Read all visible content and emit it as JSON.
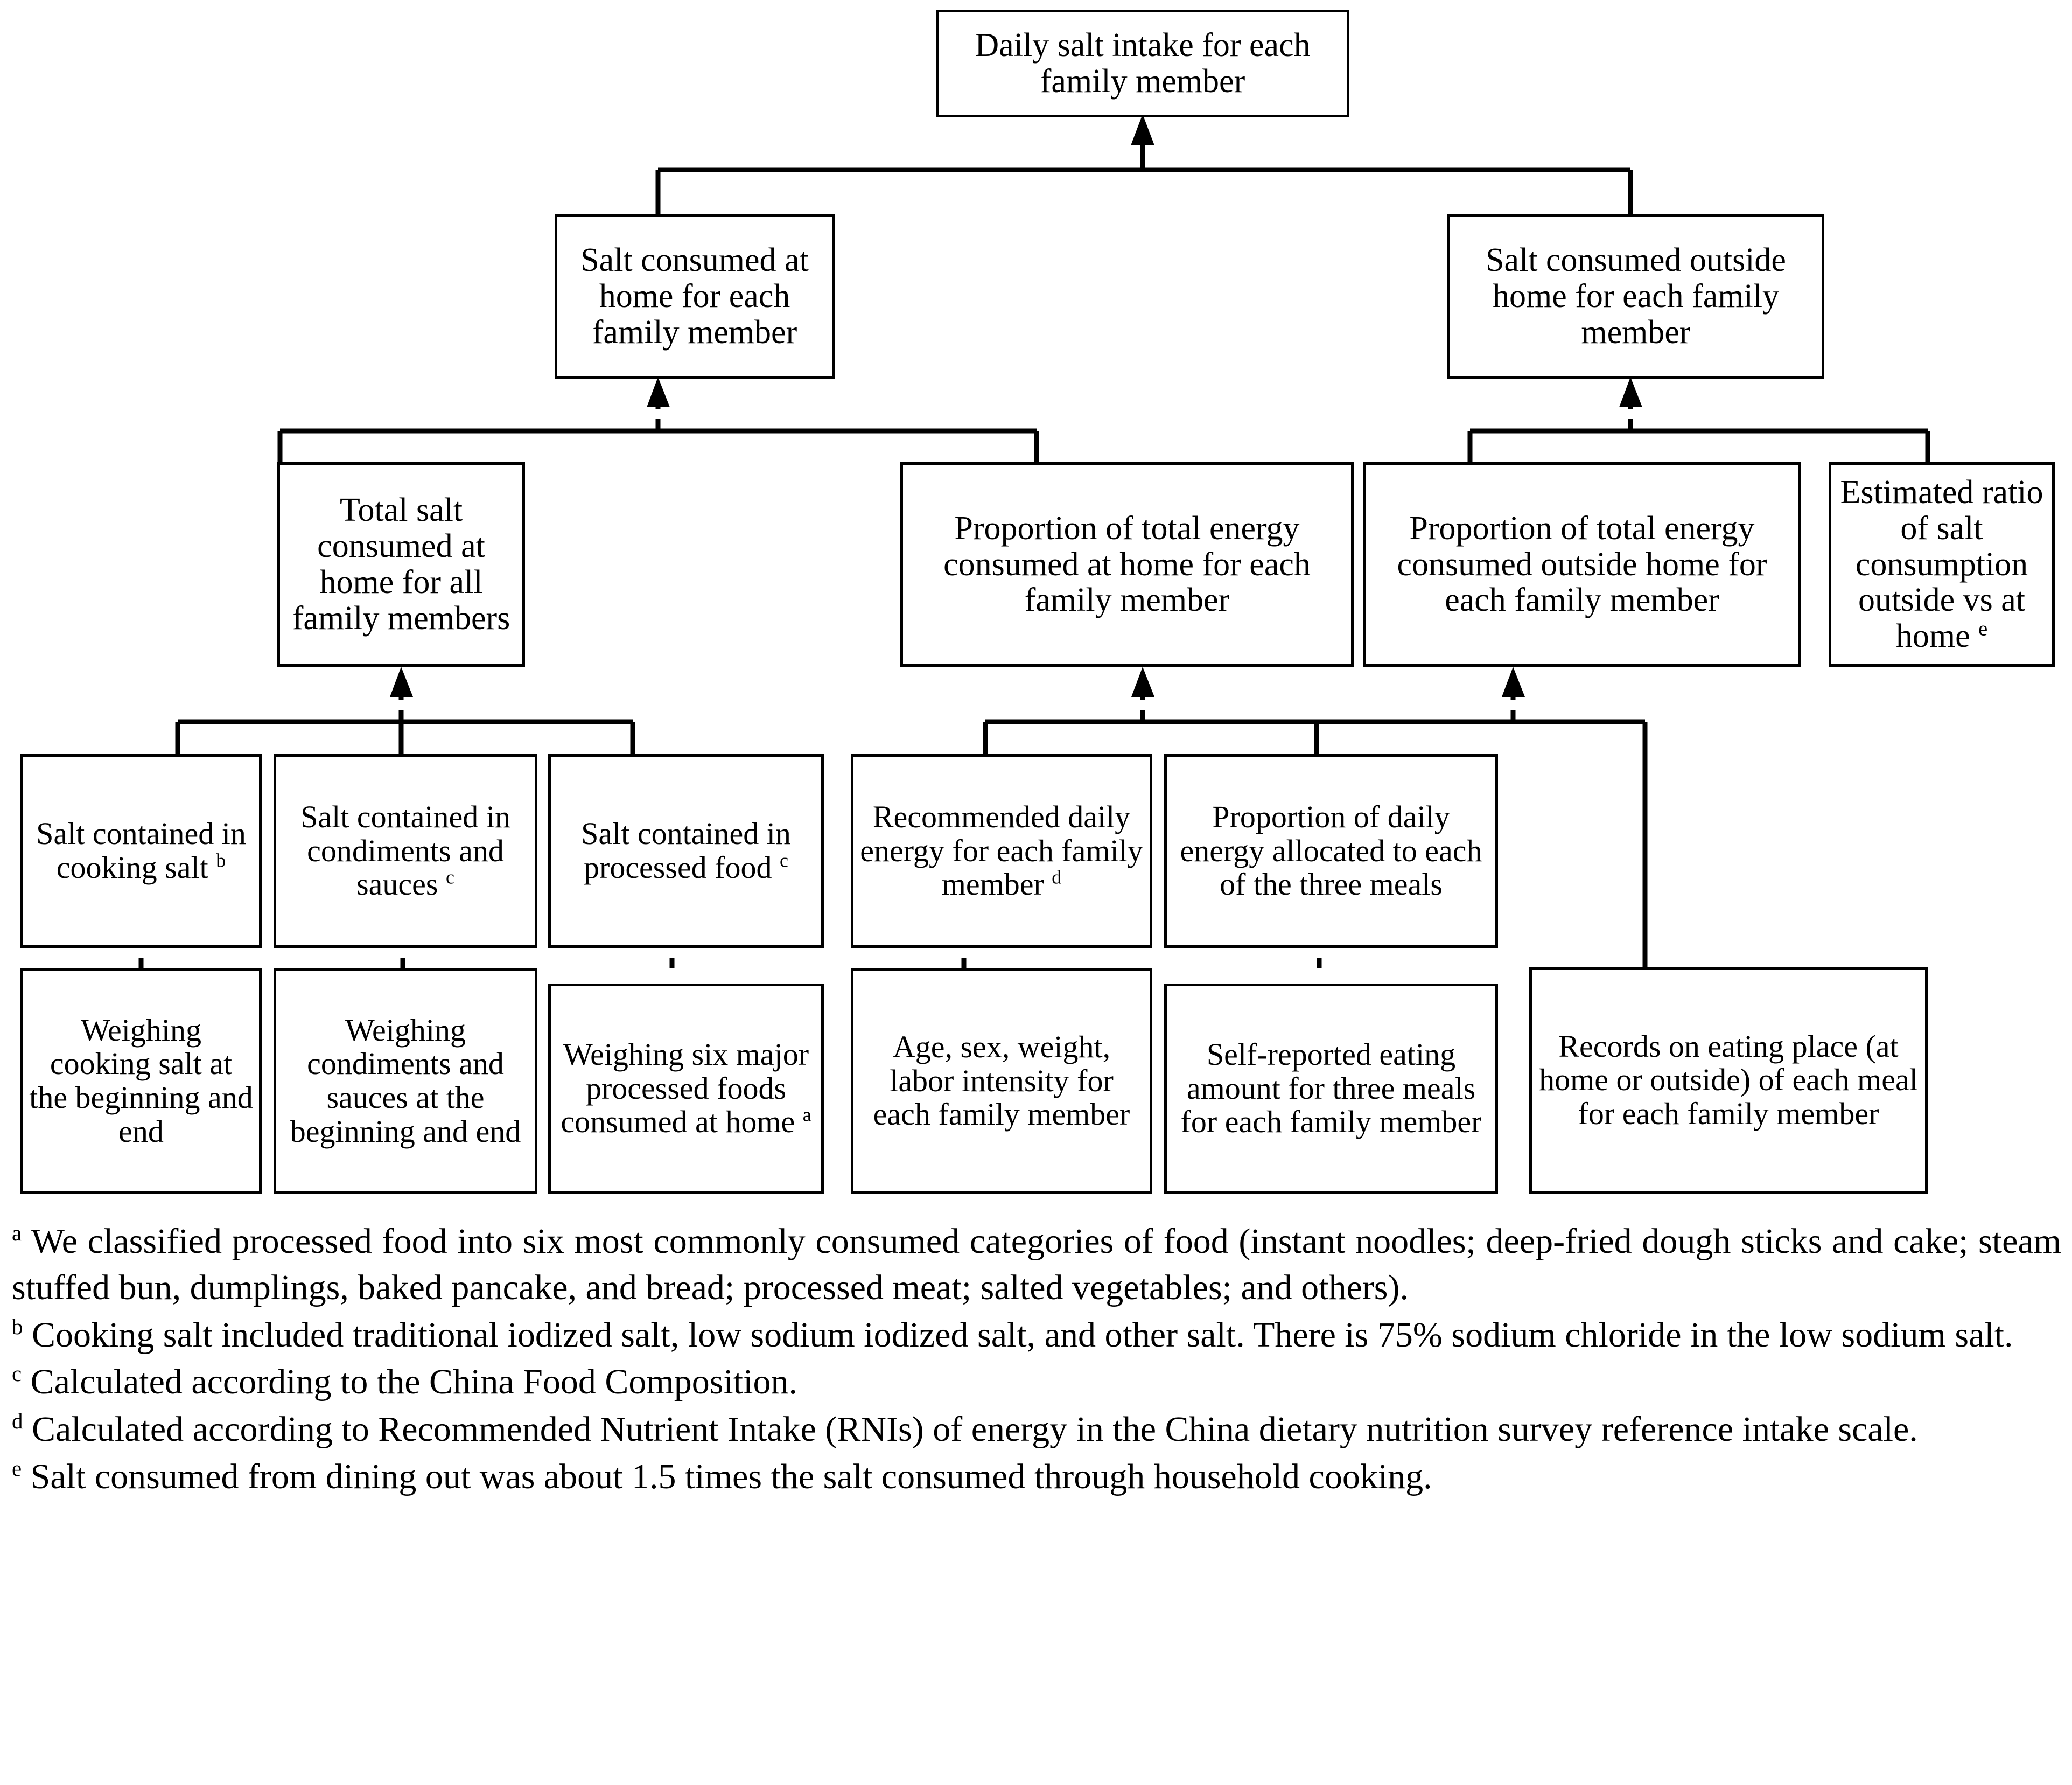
{
  "diagram": {
    "title_node": "Daily salt intake for each family member",
    "nodes": {
      "n_root": "Daily salt intake for each family member",
      "n_home": "Salt consumed at home for each family member",
      "n_outside": "Salt consumed outside home for each family member",
      "n_total_home_salt": "Total salt consumed at home for all family members",
      "n_prop_energy_home": "Proportion of total energy consumed at home for each family member",
      "n_prop_energy_outside": "Proportion of total energy consumed outside home for each family member",
      "n_est_ratio_pre": "Estimated ratio of salt consumption outside vs at home ",
      "n_est_ratio_sup": "e",
      "n_salt_cooking_pre": "Salt contained in cooking salt ",
      "n_salt_cooking_sup": "b",
      "n_salt_condiments_pre": "Salt contained in condiments and sauces ",
      "n_salt_condiments_sup": "c",
      "n_salt_processed_pre": "Salt contained in processed food ",
      "n_salt_processed_sup": "c",
      "n_rec_energy_pre": "Recommended daily energy for each family member ",
      "n_rec_energy_sup": "d",
      "n_prop_daily_meals": "Proportion of daily energy allocated to each of the three meals",
      "n_weigh_cooking_salt": "Weighing cooking salt at the beginning and end",
      "n_weigh_condiments": "Weighing condiments and sauces at the beginning and end",
      "n_weigh_processed_pre": "Weighing six major processed foods consumed at home ",
      "n_weigh_processed_sup": "a",
      "n_demographics": "Age, sex, weight, labor intensity for each family member",
      "n_self_report": "Self-reported eating amount for three meals for each family member",
      "n_records_place": "Records on eating place (at home or outside) of each meal for each family member"
    }
  },
  "footnotes": [
    {
      "marker": "a",
      "text": "We classified processed food into six most commonly consumed categories of food (instant noodles; deep-fried dough sticks and cake; steam stuffed bun, dumplings, baked pancake, and bread; processed meat; salted vegetables; and others)."
    },
    {
      "marker": "b",
      "text": "Cooking salt included traditional iodized salt, low sodium iodized salt, and other salt. There is 75% sodium chloride in the low sodium salt."
    },
    {
      "marker": "c",
      "text": "Calculated according to the China Food Composition."
    },
    {
      "marker": "d",
      "text": "Calculated according to Recommended Nutrient Intake (RNIs) of energy in the China dietary nutrition survey reference intake scale."
    },
    {
      "marker": "e",
      "text": "Salt consumed from dining out was about 1.5 times the salt consumed through household cooking."
    }
  ],
  "colors": {
    "stroke": "#000000",
    "background": "#ffffff"
  }
}
